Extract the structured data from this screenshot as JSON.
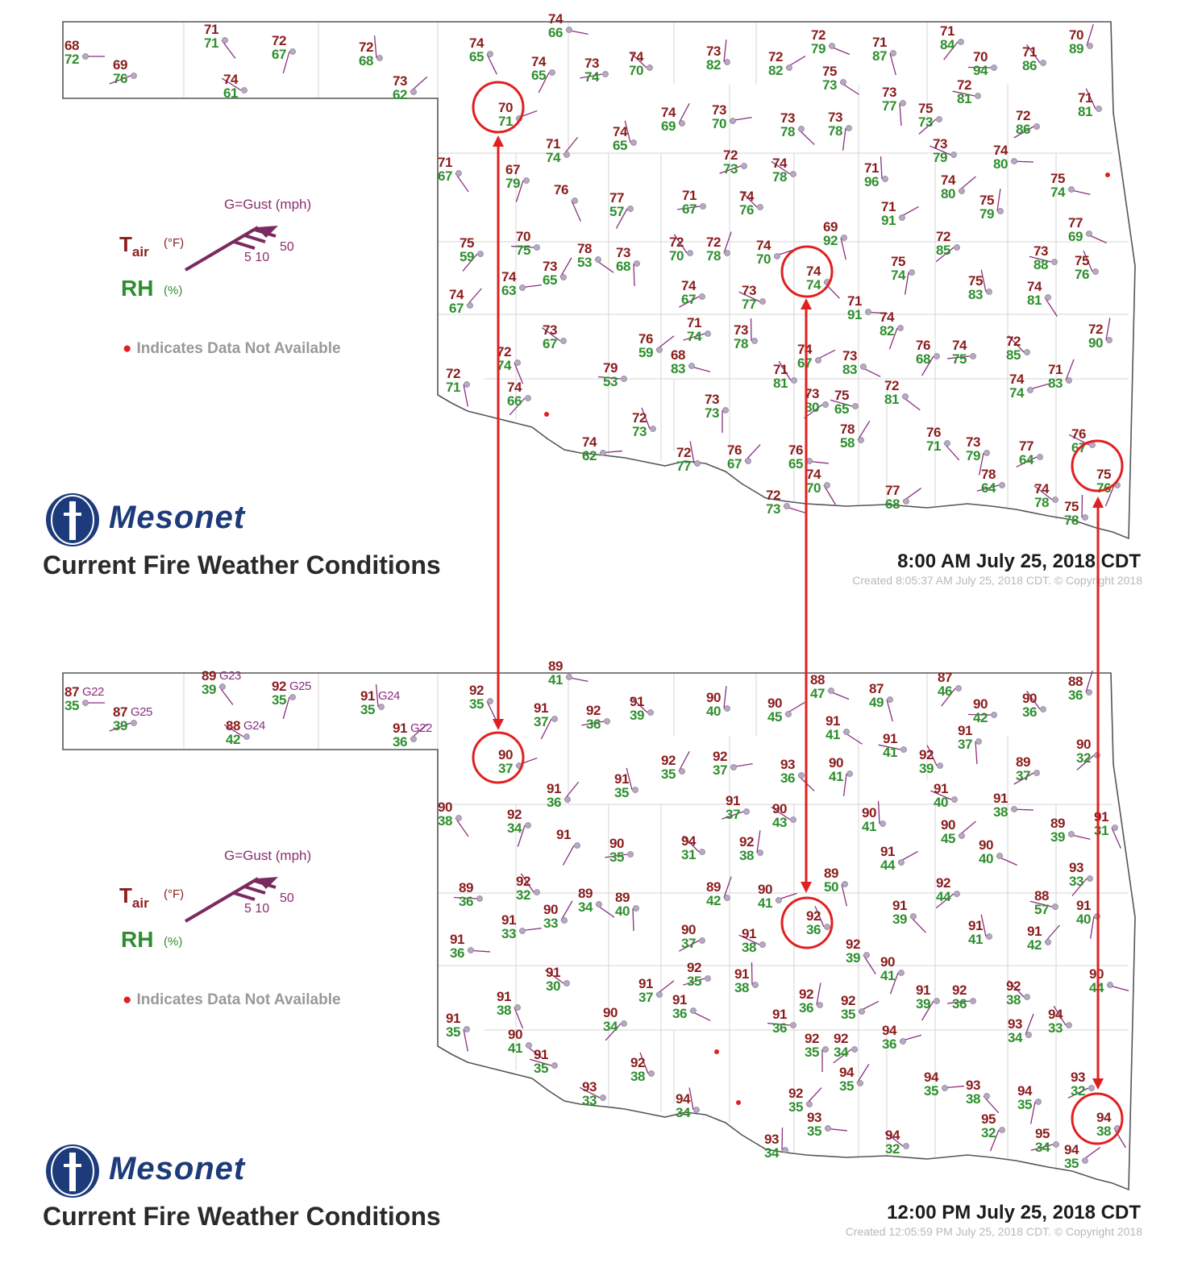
{
  "colors": {
    "temp": "#8b1c1c",
    "rh": "#2e8f2e",
    "wind": "#8a2f80",
    "highlight": "#e02020",
    "logo": "#1d3b7a"
  },
  "legend": {
    "gust_label": "G=Gust (mph)",
    "tair_label": "T",
    "tair_sub": "air",
    "tair_unit": "(°F)",
    "rh_label": "RH",
    "rh_unit": "(%)",
    "barb_speeds": "5 10",
    "barb_flag": "50",
    "na_text": "Indicates Data Not Available"
  },
  "logo_text": "Mesonet",
  "panels": [
    {
      "title": "Current Fire Weather Conditions",
      "time": "8:00 AM July 25, 2018 CDT",
      "created": "Created 8:05:37 AM July 25, 2018 CDT. © Copyright 2018",
      "stations": [
        {
          "t": "68",
          "rh": "72"
        },
        {
          "t": "71",
          "rh": "71"
        },
        {
          "t": "72",
          "rh": "67"
        },
        {
          "t": "69",
          "rh": "76"
        },
        {
          "t": "74",
          "rh": "61"
        },
        {
          "t": "72",
          "rh": "68"
        },
        {
          "t": "73",
          "rh": "62"
        },
        {
          "t": "74",
          "rh": "66"
        },
        {
          "t": "74",
          "rh": "65"
        },
        {
          "t": "74",
          "rh": "65"
        },
        {
          "t": "73",
          "rh": "74"
        },
        {
          "t": "74",
          "rh": "70"
        },
        {
          "t": "73",
          "rh": "82"
        },
        {
          "t": "72",
          "rh": "82"
        },
        {
          "t": "72",
          "rh": "79"
        },
        {
          "t": "71",
          "rh": "87"
        },
        {
          "t": "71",
          "rh": "84"
        },
        {
          "t": "70",
          "rh": "94"
        },
        {
          "t": "71",
          "rh": "86"
        },
        {
          "t": "70",
          "rh": "89"
        },
        {
          "t": "70",
          "rh": "71"
        },
        {
          "t": "75",
          "rh": "73"
        },
        {
          "t": "73",
          "rh": "77"
        },
        {
          "t": "75",
          "rh": "73"
        },
        {
          "t": "72",
          "rh": "81"
        },
        {
          "t": "71",
          "rh": "81"
        },
        {
          "t": "74",
          "rh": "69"
        },
        {
          "t": "73",
          "rh": "70"
        },
        {
          "t": "73",
          "rh": "78"
        },
        {
          "t": "73",
          "rh": "78"
        },
        {
          "t": "72",
          "rh": "86"
        },
        {
          "t": "73",
          "rh": "79"
        },
        {
          "t": "74",
          "rh": "65"
        },
        {
          "t": "71",
          "rh": "74"
        },
        {
          "t": "74",
          "rh": "80"
        },
        {
          "t": "71",
          "rh": "67"
        },
        {
          "t": "67",
          "rh": "79"
        },
        {
          "t": "72",
          "rh": "73"
        },
        {
          "t": "74",
          "rh": "78"
        },
        {
          "t": "71",
          "rh": "96"
        },
        {
          "t": "74",
          "rh": "80"
        },
        {
          "t": "75",
          "rh": "74"
        },
        {
          "t": "76",
          "rh": ""
        },
        {
          "t": "77",
          "rh": "57"
        },
        {
          "t": "71",
          "rh": "67"
        },
        {
          "t": "74",
          "rh": "76"
        },
        {
          "t": "75",
          "rh": "79"
        },
        {
          "t": "71",
          "rh": "91"
        },
        {
          "t": "77",
          "rh": "69"
        },
        {
          "t": "69",
          "rh": "92"
        },
        {
          "t": "75",
          "rh": "59"
        },
        {
          "t": "70",
          "rh": "75"
        },
        {
          "t": "72",
          "rh": "70"
        },
        {
          "t": "72",
          "rh": "78"
        },
        {
          "t": "74",
          "rh": "70"
        },
        {
          "t": "78",
          "rh": "53"
        },
        {
          "t": "73",
          "rh": "68"
        },
        {
          "t": "72",
          "rh": "85"
        },
        {
          "t": "73",
          "rh": "88"
        },
        {
          "t": "75",
          "rh": "76"
        },
        {
          "t": "73",
          "rh": "65"
        },
        {
          "t": "74",
          "rh": "63"
        },
        {
          "t": "74",
          "rh": "74"
        },
        {
          "t": "75",
          "rh": "74"
        },
        {
          "t": "74",
          "rh": "67"
        },
        {
          "t": "73",
          "rh": "77"
        },
        {
          "t": "75",
          "rh": "83"
        },
        {
          "t": "74",
          "rh": "67"
        },
        {
          "t": "71",
          "rh": "91"
        },
        {
          "t": "74",
          "rh": "81"
        },
        {
          "t": "74",
          "rh": "82"
        },
        {
          "t": "71",
          "rh": "74"
        },
        {
          "t": "73",
          "rh": "67"
        },
        {
          "t": "73",
          "rh": "78"
        },
        {
          "t": "76",
          "rh": "59"
        },
        {
          "t": "68",
          "rh": "83"
        },
        {
          "t": "72",
          "rh": "74"
        },
        {
          "t": "76",
          "rh": "68"
        },
        {
          "t": "74",
          "rh": "75"
        },
        {
          "t": "72",
          "rh": "85"
        },
        {
          "t": "72",
          "rh": "90"
        },
        {
          "t": "74",
          "rh": "67"
        },
        {
          "t": "73",
          "rh": "83"
        },
        {
          "t": "72",
          "rh": "71"
        },
        {
          "t": "74",
          "rh": "66"
        },
        {
          "t": "79",
          "rh": "53"
        },
        {
          "t": "71",
          "rh": "81"
        },
        {
          "t": "71",
          "rh": "83"
        },
        {
          "t": "74",
          "rh": "74"
        },
        {
          "t": "72",
          "rh": "81"
        },
        {
          "t": "73",
          "rh": "73"
        },
        {
          "t": "73",
          "rh": "80"
        },
        {
          "t": "75",
          "rh": "65"
        },
        {
          "t": "72",
          "rh": "73"
        },
        {
          "t": "78",
          "rh": "58"
        },
        {
          "t": "74",
          "rh": "62"
        },
        {
          "t": "76",
          "rh": "71"
        },
        {
          "t": "73",
          "rh": "79"
        },
        {
          "t": "77",
          "rh": "64"
        },
        {
          "t": "76",
          "rh": "67"
        },
        {
          "t": "72",
          "rh": "77"
        },
        {
          "t": "76",
          "rh": "67"
        },
        {
          "t": "76",
          "rh": "65"
        },
        {
          "t": "74",
          "rh": "70"
        },
        {
          "t": "75",
          "rh": "76"
        },
        {
          "t": "78",
          "rh": "64"
        },
        {
          "t": "74",
          "rh": "78"
        },
        {
          "t": "75",
          "rh": "78"
        },
        {
          "t": "77",
          "rh": "68"
        },
        {
          "t": "72",
          "rh": "73"
        }
      ]
    },
    {
      "title": "Current Fire Weather Conditions",
      "time": "12:00 PM July 25, 2018 CDT",
      "created": "Created 12:05:59 PM July 25, 2018 CDT. © Copyright 2018",
      "stations": [
        {
          "t": "87",
          "rh": "35",
          "g": "G22"
        },
        {
          "t": "89",
          "rh": "39",
          "g": "G23"
        },
        {
          "t": "92",
          "rh": "35",
          "g": "G25"
        },
        {
          "t": "87",
          "rh": "39",
          "g": "G25"
        },
        {
          "t": "88",
          "rh": "42",
          "g": "G24"
        },
        {
          "t": "91",
          "rh": "35",
          "g": "G24"
        },
        {
          "t": "91",
          "rh": "36",
          "g": "G22"
        },
        {
          "t": "89",
          "rh": "41"
        },
        {
          "t": "92",
          "rh": "35"
        },
        {
          "t": "91",
          "rh": "37"
        },
        {
          "t": "92",
          "rh": "36"
        },
        {
          "t": "91",
          "rh": "39"
        },
        {
          "t": "90",
          "rh": "40"
        },
        {
          "t": "90",
          "rh": "45"
        },
        {
          "t": "88",
          "rh": "47"
        },
        {
          "t": "87",
          "rh": "49"
        },
        {
          "t": "87",
          "rh": "46"
        },
        {
          "t": "90",
          "rh": "42"
        },
        {
          "t": "90",
          "rh": "36"
        },
        {
          "t": "88",
          "rh": "36"
        },
        {
          "t": "90",
          "rh": "37"
        },
        {
          "t": "91",
          "rh": "41"
        },
        {
          "t": "91",
          "rh": "37"
        },
        {
          "t": "90",
          "rh": "32"
        },
        {
          "t": "91",
          "rh": "41"
        },
        {
          "t": "92",
          "rh": "39"
        },
        {
          "t": "92",
          "rh": "35"
        },
        {
          "t": "92",
          "rh": "37"
        },
        {
          "t": "93",
          "rh": "36"
        },
        {
          "t": "90",
          "rh": "41"
        },
        {
          "t": "89",
          "rh": "37"
        },
        {
          "t": "91",
          "rh": "40"
        },
        {
          "t": "91",
          "rh": "35"
        },
        {
          "t": "91",
          "rh": "36"
        },
        {
          "t": "91",
          "rh": "38"
        },
        {
          "t": "90",
          "rh": "38"
        },
        {
          "t": "92",
          "rh": "34"
        },
        {
          "t": "91",
          "rh": "37"
        },
        {
          "t": "90",
          "rh": "43"
        },
        {
          "t": "90",
          "rh": "41"
        },
        {
          "t": "90",
          "rh": "45"
        },
        {
          "t": "89",
          "rh": "39"
        },
        {
          "t": "91",
          "rh": "31"
        },
        {
          "t": "91",
          "rh": ""
        },
        {
          "t": "90",
          "rh": "35"
        },
        {
          "t": "94",
          "rh": "31"
        },
        {
          "t": "92",
          "rh": "38"
        },
        {
          "t": "91",
          "rh": "44"
        },
        {
          "t": "90",
          "rh": "40"
        },
        {
          "t": "89",
          "rh": "50"
        },
        {
          "t": "93",
          "rh": "33"
        },
        {
          "t": "89",
          "rh": "36"
        },
        {
          "t": "92",
          "rh": "32"
        },
        {
          "t": "89",
          "rh": "42"
        },
        {
          "t": "90",
          "rh": "41"
        },
        {
          "t": "89",
          "rh": "34"
        },
        {
          "t": "89",
          "rh": "40"
        },
        {
          "t": "92",
          "rh": "44"
        },
        {
          "t": "88",
          "rh": "57"
        },
        {
          "t": "92",
          "rh": "36"
        },
        {
          "t": "90",
          "rh": "33"
        },
        {
          "t": "91",
          "rh": "33"
        },
        {
          "t": "91",
          "rh": "39"
        },
        {
          "t": "91",
          "rh": "40"
        },
        {
          "t": "90",
          "rh": "37"
        },
        {
          "t": "91",
          "rh": "38"
        },
        {
          "t": "91",
          "rh": "41"
        },
        {
          "t": "91",
          "rh": "42"
        },
        {
          "t": "91",
          "rh": "36"
        },
        {
          "t": "92",
          "rh": "39"
        },
        {
          "t": "90",
          "rh": "41"
        },
        {
          "t": "92",
          "rh": "35"
        },
        {
          "t": "91",
          "rh": "30"
        },
        {
          "t": "91",
          "rh": "38"
        },
        {
          "t": "91",
          "rh": "37"
        },
        {
          "t": "90",
          "rh": "44"
        },
        {
          "t": "91",
          "rh": "38"
        },
        {
          "t": "91",
          "rh": "39"
        },
        {
          "t": "92",
          "rh": "36"
        },
        {
          "t": "92",
          "rh": "38"
        },
        {
          "t": "92",
          "rh": "36"
        },
        {
          "t": "92",
          "rh": "35"
        },
        {
          "t": "91",
          "rh": "36"
        },
        {
          "t": "91",
          "rh": "35"
        },
        {
          "t": "90",
          "rh": "34"
        },
        {
          "t": "91",
          "rh": "36"
        },
        {
          "t": "94",
          "rh": "33"
        },
        {
          "t": "93",
          "rh": "34"
        },
        {
          "t": "94",
          "rh": "36"
        },
        {
          "t": "90",
          "rh": "41"
        },
        {
          "t": "92",
          "rh": "35"
        },
        {
          "t": "92",
          "rh": "34"
        },
        {
          "t": "91",
          "rh": "35"
        },
        {
          "t": "92",
          "rh": "38"
        },
        {
          "t": "94",
          "rh": "35"
        },
        {
          "t": "94",
          "rh": "35"
        },
        {
          "t": "93",
          "rh": "38"
        },
        {
          "t": "94",
          "rh": "35"
        },
        {
          "t": "93",
          "rh": "32"
        },
        {
          "t": "93",
          "rh": "33"
        },
        {
          "t": "94",
          "rh": "34"
        },
        {
          "t": "92",
          "rh": "35"
        },
        {
          "t": "93",
          "rh": "35"
        },
        {
          "t": "94",
          "rh": "38"
        },
        {
          "t": "95",
          "rh": "32"
        },
        {
          "t": "95",
          "rh": "34"
        },
        {
          "t": "94",
          "rh": "32"
        },
        {
          "t": "93",
          "rh": "34"
        },
        {
          "t": "94",
          "rh": "35"
        }
      ]
    }
  ]
}
